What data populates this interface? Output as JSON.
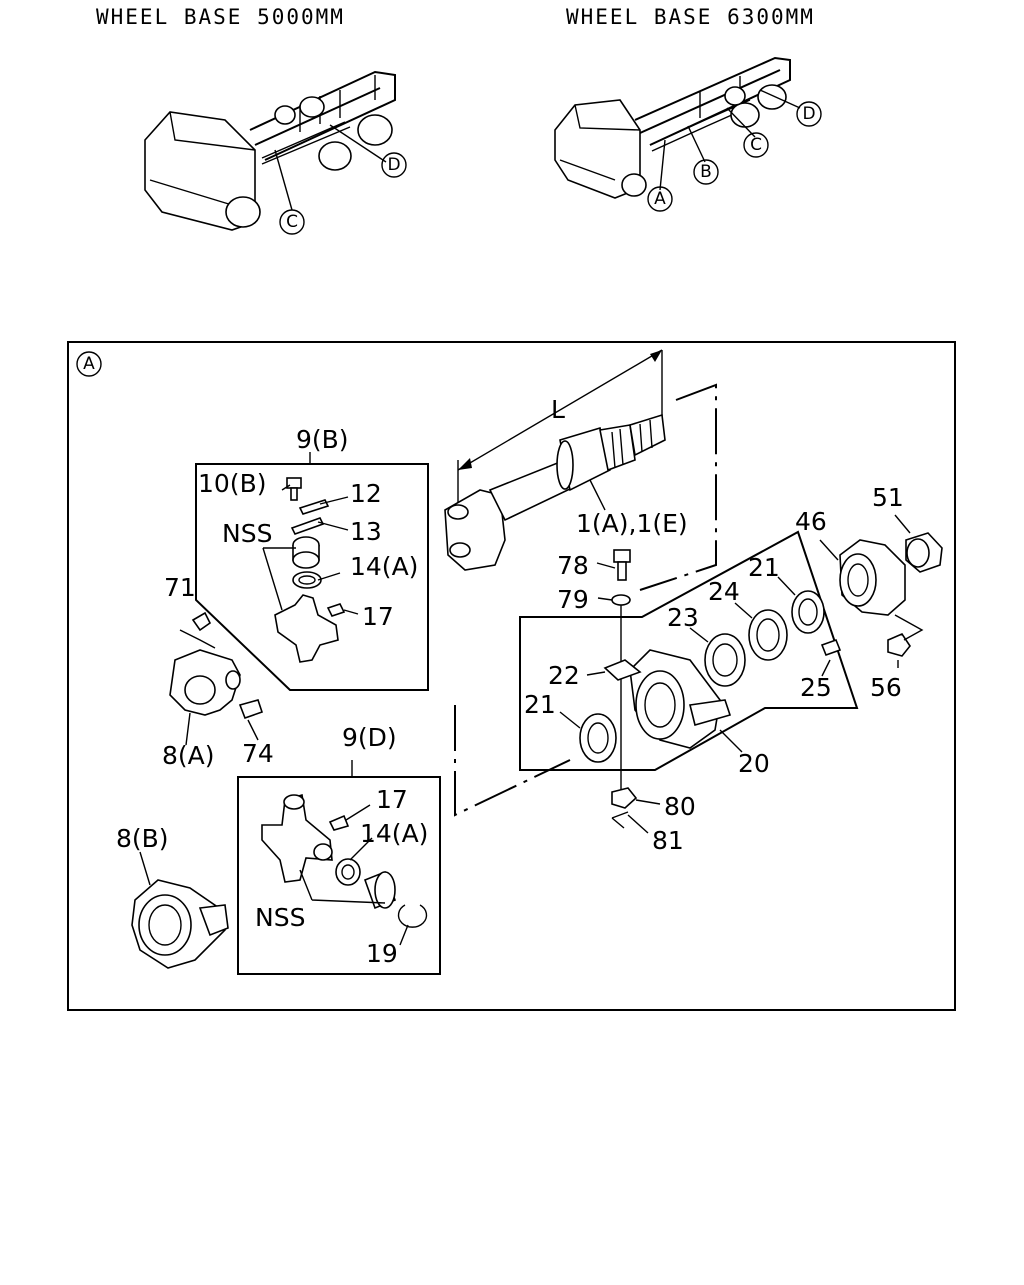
{
  "headers": {
    "left": "WHEEL BASE 5000MM",
    "right": "WHEEL BASE 6300MM"
  },
  "overview": {
    "left_markers": [
      "C",
      "D"
    ],
    "right_markers": [
      "A",
      "B",
      "C",
      "D"
    ]
  },
  "detail": {
    "frame_label": "A",
    "dimension_label": "L",
    "labels": {
      "p9b": "9(B)",
      "p10b": "10(B)",
      "p12": "12",
      "p13": "13",
      "nss_top": "NSS",
      "p14a_top": "14(A)",
      "p17_top": "17",
      "p71": "71",
      "p8a": "8(A)",
      "p74": "74",
      "p1": "1(A),1(E)",
      "p78": "78",
      "p79": "79",
      "p22": "22",
      "p21_left": "21",
      "p23": "23",
      "p24": "24",
      "p21_right": "21",
      "p46": "46",
      "p51": "51",
      "p25": "25",
      "p56": "56",
      "p20": "20",
      "p80": "80",
      "p81": "81",
      "p9d": "9(D)",
      "p17_bot": "17",
      "p14a_bot": "14(A)",
      "nss_bot": "NSS",
      "p19": "19",
      "p8b": "8(B)"
    }
  }
}
